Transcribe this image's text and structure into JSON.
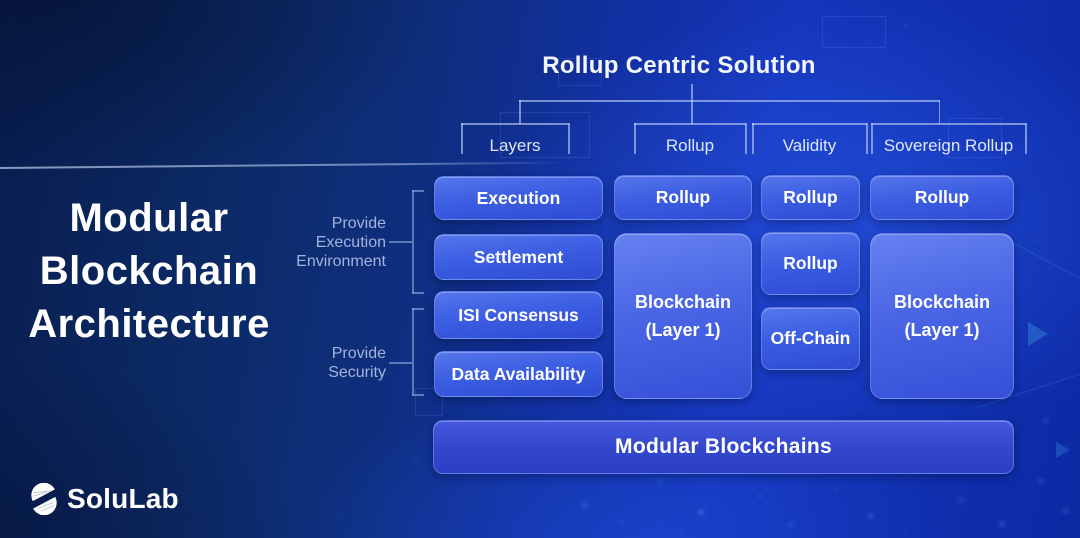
{
  "poster": {
    "headline_lines": [
      "Modular",
      "Blockchain",
      "Architecture"
    ],
    "brand": "SoluLab"
  },
  "diagram": {
    "title": "Rollup Centric Solution",
    "group_labels": [
      "Layers",
      "Rollup",
      "Validity",
      "Sovereign Rollup"
    ],
    "side_labels": {
      "execution_environment": {
        "lines": [
          "Provide",
          "Execution",
          "Environment"
        ]
      },
      "security": {
        "lines": [
          "Provide",
          "Security"
        ]
      }
    },
    "columns": [
      {
        "group": "Layers",
        "boxes": [
          {
            "label": "Execution"
          },
          {
            "label": "Settlement"
          },
          {
            "label": "ISI Consensus"
          },
          {
            "label": "Data Availability"
          }
        ]
      },
      {
        "group": "Rollup",
        "boxes": [
          {
            "label": "Rollup"
          },
          {
            "label": "Blockchain (Layer 1)",
            "lines": [
              "Blockchain",
              "(Layer 1)"
            ]
          }
        ]
      },
      {
        "group": "Validity",
        "boxes": [
          {
            "label": "Rollup"
          },
          {
            "label": "Rollup"
          },
          {
            "label": "Off-Chain"
          }
        ]
      },
      {
        "group": "Sovereign Rollup",
        "boxes": [
          {
            "label": "Rollup"
          },
          {
            "label": "Blockchain (Layer 1)",
            "lines": [
              "Blockchain",
              "(Layer 1)"
            ]
          }
        ]
      }
    ],
    "footer_label": "Modular Blockchains"
  },
  "colors": {
    "background_navy": "#0c2a66",
    "background_bright_blue": "#1535bb",
    "box_blue_top": "#5577eb",
    "box_blue_bottom": "#2e4cd4",
    "connector_line": "#c1d2f8",
    "side_label_text": "#a3b3dc"
  }
}
